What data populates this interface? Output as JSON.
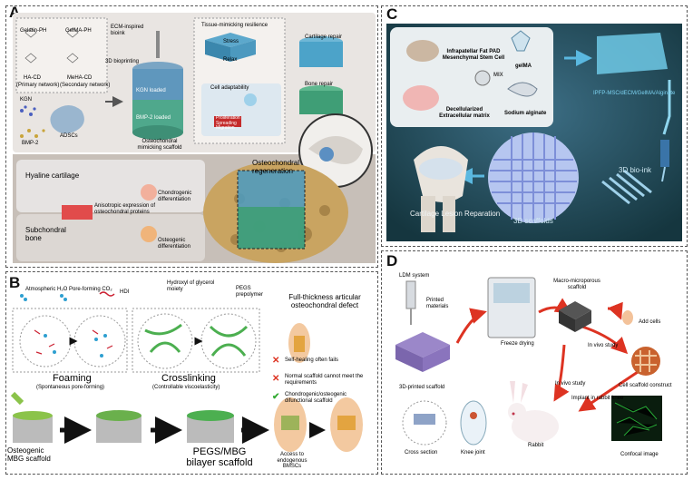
{
  "panels": {
    "a": {
      "label": "A",
      "gelatin_ph": "Gelatin-PH",
      "gelma_ph": "GelMA-PH",
      "ha_cd": "HA-CD",
      "meha_cd": "MeHA-CD",
      "primary_network": "(Primary network)",
      "secondary_network": "(Secondary network)",
      "ecm_bioink": "ECM-inspired bioink",
      "kgn": "KGN",
      "bmp2": "BMP-2",
      "adscs": "ADSCs",
      "bioprinting": "3D bioprinting",
      "kgn_loaded": "KGN loaded",
      "bmp2_loaded": "BMP-2 loaded",
      "scaffold": "Osteochondral mimicking scaffold",
      "resilience": "Tissue-mimicking resilience",
      "stress": "Stress",
      "relax": "Relax",
      "cell_adaptability": "Cell adaptability",
      "proliferation": "Proliferation Spreading Migration",
      "cartilage_repair": "Cartilage repair",
      "bone_repair": "Bone repair",
      "hyaline": "Hyaline cartilage",
      "chondrogenic_diff": "Chondrogenic differentiation",
      "anisotropic": "Anisotropic expression of osteochondral proteins",
      "subchondral": "Subchondral bone",
      "osteogenic_diff": "Osteogenic differentiation",
      "regeneration": "Osteochondral regeneration"
    },
    "b": {
      "label": "B",
      "h2o": "Atmospheric H₂O",
      "co2": "Pore-forming CO₂",
      "hdi": "HDI",
      "glycerol": "Hydroxyl of glycerol moiety",
      "pegs": "PEGS prepolymer",
      "defect_title": "Full-thickness articular osteochondral defect",
      "self_healing": "Self-healing often fails",
      "normal_scaffold": "Normal scaffold cannot meet the requirements",
      "bifunctional": "Chondrogenic/osteogenic difunctional scaffold",
      "foaming": "Foaming",
      "foaming_sub": "(Spontaneous pore-forming)",
      "crosslinking": "Crosslinking",
      "crosslinking_sub": "(Controllable viscoelasticity)",
      "osteogenic_mbg": "Osteogenic MBG scaffold",
      "bilayer": "PEGS/MBG bilayer scaffold",
      "endogenous": "Access to endogenous BMSCs"
    },
    "c": {
      "label": "C",
      "ipfp": "Infrapatellar Fat PAD Mesenchymal Stem Cell",
      "decm": "Decellularized Extracellular matrix",
      "mix": "MIX",
      "gelma": "gelMA",
      "alginate": "Sodium alginate",
      "bioink": "IPFP-MSC/dECM/GelMA/Alginate",
      "bioink_3d": "3D bio-ink",
      "scaffolds_3d": "3D scaffolds",
      "cartilage_repair": "Cartilage Lesion Reparation"
    },
    "d": {
      "label": "D",
      "ldm": "LDM system",
      "printed": "Printed materials",
      "freeze": "Freeze drying",
      "macro": "Macro-microporous scaffold",
      "add_cells": "Add cells",
      "in_vivo": "In vivo study",
      "in_vivo2": "In vivo study",
      "implant": "Implant in rabbit knee",
      "printed_scaffold": "3D-printed scaffold",
      "construct": "Cell scaffold construct",
      "rabbit": "Rabbit",
      "cross_section": "Cross section",
      "knee_joint": "Knee joint",
      "confocal": "Confocal image"
    }
  }
}
